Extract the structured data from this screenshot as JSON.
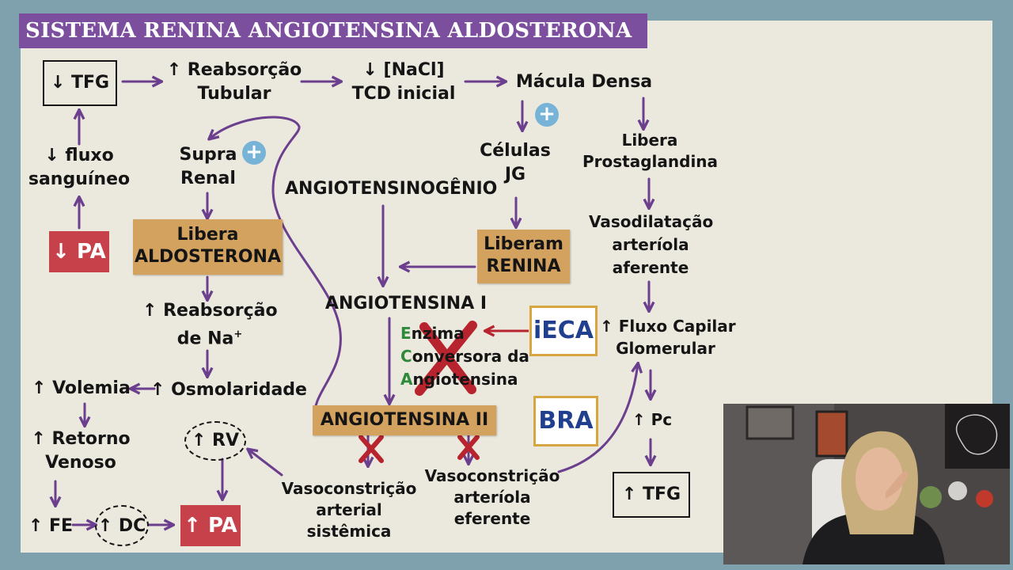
{
  "title": "SISTEMA RENINA ANGIOTENSINA ALDOSTERONA",
  "nodes": {
    "tfg_down": "↓ TFG",
    "reabsorcao_tubular": [
      "↑ Reabsorção",
      "Tubular"
    ],
    "nacl": [
      "↓ [NaCl]",
      "TCD inicial"
    ],
    "macula_densa": "Mácula Densa",
    "fluxo_sanguineo": [
      "↓ fluxo",
      "sanguíneo"
    ],
    "pa_down": "↓ PA",
    "supra_renal": [
      "Supra",
      "Renal"
    ],
    "libera_aldosterona": [
      "Libera",
      "ALDOSTERONA"
    ],
    "reabsorcao_na": [
      "↑ Reabsorção",
      "de Na"
    ],
    "na_plus": "+",
    "osmolaridade": "↑ Osmolaridade",
    "volemia": "↑ Volemia",
    "retorno_venoso": [
      "↑ Retorno",
      "Venoso"
    ],
    "fe": "↑ FE",
    "dc": "↑ DC",
    "rv": "↑ RV",
    "pa_up": "↑ PA",
    "angiotensinogenio": "ANGIOTENSINOGÊNIO",
    "celulas_jg": [
      "Células",
      "JG"
    ],
    "liberam_renina": [
      "Liberam",
      "RENINA"
    ],
    "angiotensina_i": "ANGIOTENSINA I",
    "eca": [
      {
        "letter": "E",
        "rest": "nzima"
      },
      {
        "letter": "C",
        "rest": "onversora da"
      },
      {
        "letter": "A",
        "rest": "ngiotensina"
      }
    ],
    "angiotensina_ii": "ANGIOTENSINA II",
    "ieca": "iECA",
    "bra": "BRA",
    "vasoconstricao_sistemica": [
      "Vasoconstrição",
      "arterial",
      "sistêmica"
    ],
    "vasoconstricao_eferente": [
      "Vasoconstrição",
      "arteríola",
      "eferente"
    ],
    "libera_prostaglandina": [
      "Libera",
      "Prostaglandina"
    ],
    "vasodilatacao": [
      "Vasodilatação",
      "arteríola",
      "aferente"
    ],
    "fluxo_capilar": [
      "↑ Fluxo Capilar",
      "Glomerular"
    ],
    "pc": "↑ Pc",
    "tfg_up": "↑ TFG",
    "plus_sign": "+"
  },
  "colors": {
    "arrow": "#6b3e8e",
    "inhibit": "#b8242e",
    "title_bg": "#7b4f9e",
    "tan_box": "#d4a25f",
    "red_box": "#c7414b",
    "badge_text": "#20408f",
    "badge_border": "#d7a640",
    "plus_circle": "#76b3d6",
    "board": "#ebe9dd",
    "frame": "#7fa1ad"
  }
}
